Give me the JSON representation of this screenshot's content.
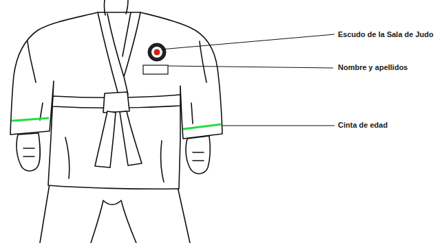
{
  "diagram": {
    "labels": [
      "Escudo de la Sala de Judo",
      "Nombre y apellidos",
      "Cinta de edad"
    ]
  }
}
